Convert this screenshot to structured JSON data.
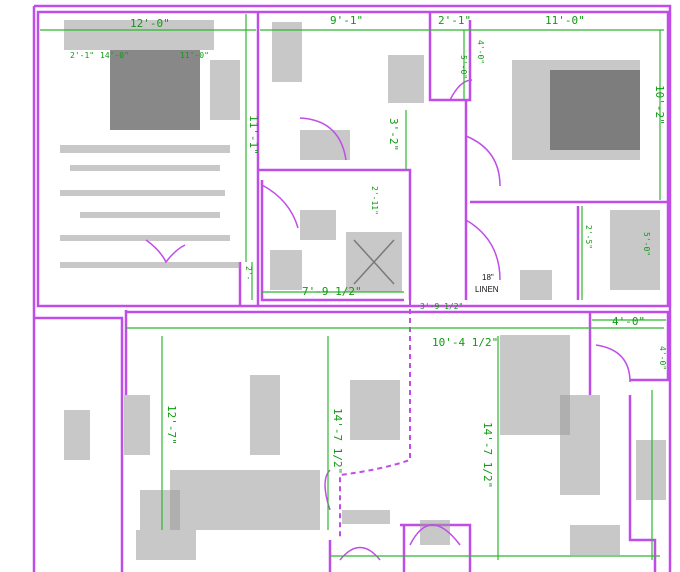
{
  "plan": {
    "colors": {
      "wall": "#c04de8",
      "dimension": "#2fb82f",
      "dimension_text": "#109a10",
      "fixture": "#9a9a9a",
      "fixture_dark": "#6a6a6a",
      "door": "#c04de8"
    },
    "dimensions": {
      "top_left": "12'-0\"",
      "top_left_overlay_a": "2'-1\"",
      "top_left_overlay_b": "14'-0\"",
      "top_left_overlay_c": "11'-0\"",
      "top_mid": "9'-1\"",
      "top_closet": "2'-1\"",
      "top_right": "11'-0\"",
      "closet_v1": "5'-0\"",
      "closet_v2": "4'-0\"",
      "kitchen_v": "11'-1\"",
      "bath_v": "3'-2\"",
      "bath_small": "2'-11\"",
      "bedroom_v": "10'-2\"",
      "small_left": "2'-",
      "bath_h": "7'-9 1/2\"",
      "hall_small": "3'-9 1/2\"",
      "closet_v3": "2'-5\"",
      "closet_v4": "5'-0\"",
      "corner_h": "4'-0\"",
      "corner_v": "4'-0\"",
      "living_h": "10'-4 1/2\"",
      "living_v": "12'-7\"",
      "hall_v": "14'-7 1/2\"",
      "dining_v": "14'-7 1/2\""
    },
    "labels": {
      "linen_size": "18\"",
      "linen": "LINEN"
    }
  }
}
